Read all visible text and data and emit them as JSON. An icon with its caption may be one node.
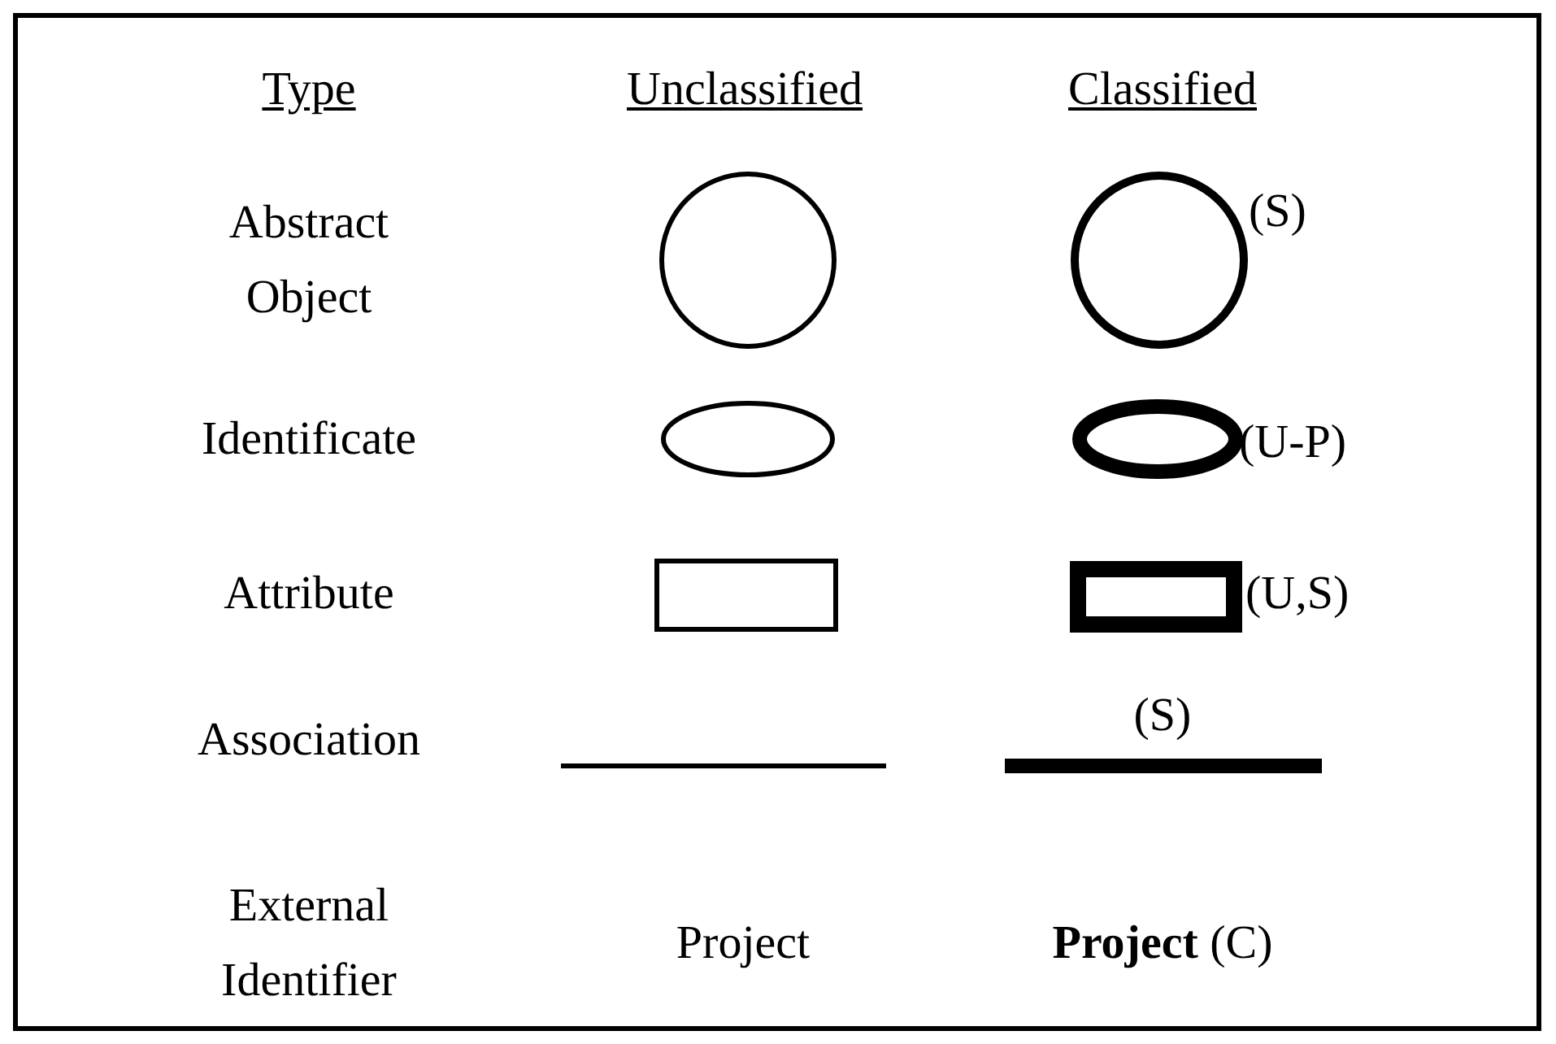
{
  "diagram": {
    "nodes": [
      {
        "text": [],
        "shape": "circle"
      },
      {
        "text": [],
        "shape": "circle"
      },
      {
        "text": [],
        "shape": "ellipse"
      },
      {
        "text": [],
        "shape": "ellipse"
      },
      {
        "text": [],
        "shape": "box"
      },
      {
        "text": [],
        "shape": "box"
      }
    ],
    "labels": [
      "Type",
      "Unclassified",
      "Classified",
      "Abstract Object",
      "(S)",
      "Identificate",
      "(U-P)",
      "Attribute",
      "(U,S)",
      "Association",
      "(S)",
      "External Identifier",
      "Project",
      "**Project** (C)"
    ]
  }
}
